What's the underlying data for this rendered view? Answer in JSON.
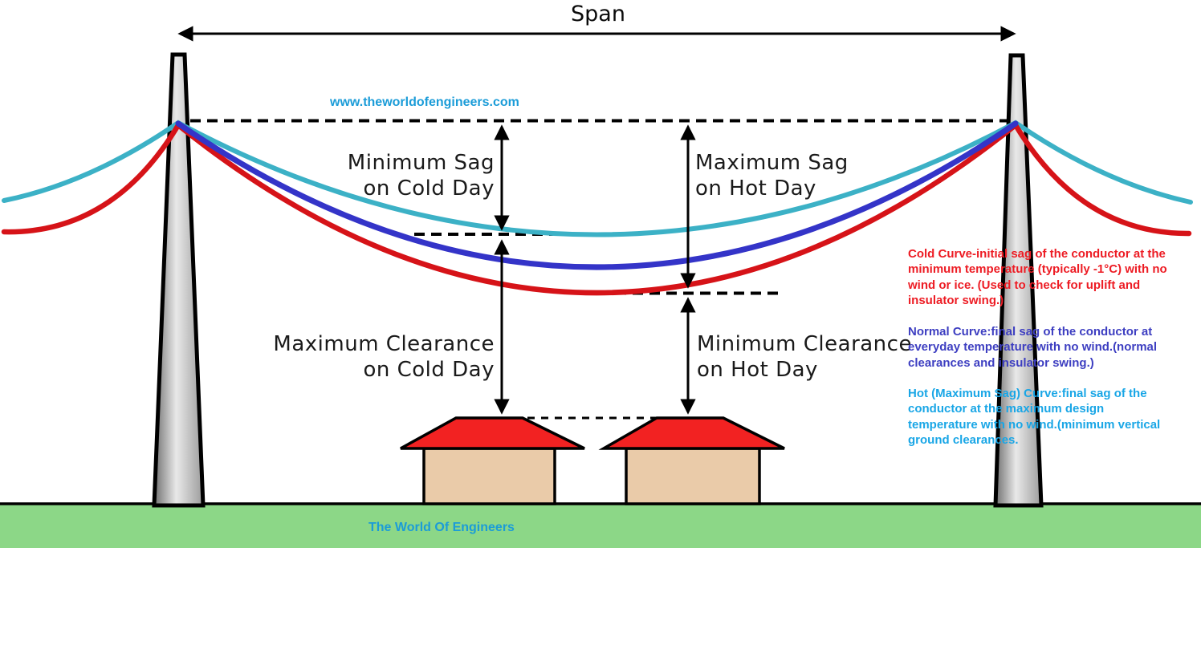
{
  "diagram": {
    "title": "Span",
    "watermark_top": "www.theworldofengineers.com",
    "watermark_bottom": "The World Of Engineers",
    "labels": {
      "min_sag_line1": "Minimum Sag",
      "min_sag_line2": "on Cold Day",
      "max_sag_line1": "Maximum Sag",
      "max_sag_line2": "on Hot Day",
      "max_clearance_line1": "Maximum Clearance",
      "max_clearance_line2": "on Cold Day",
      "min_clearance_line1": "Minimum Clearance",
      "min_clearance_line2": "on Hot Day"
    },
    "legend": {
      "cold": {
        "l1": "Cold Curve-initial sag of the conductor at the",
        "l2": "minimum temperature (typically -1°C) with no",
        "l3": "wind or ice. (Used to check for uplift and",
        "l4": "insulator swing.)"
      },
      "normal": {
        "l1": "Normal Curve:final sag of the conductor at",
        "l2": "everyday temperature with no wind.(normal",
        "l3": "clearances and insulator swing.)"
      },
      "hot": {
        "l1": "Hot (Maximum Sag) Curve:final sag of the",
        "l2": "conductor at the maximum design",
        "l3": "temperature with no wind.(minimum vertical",
        "l4": "ground clearances."
      }
    },
    "colors": {
      "cold_curve": "#3cb1c6",
      "normal_curve": "#3434c8",
      "hot_curve": "#d61318",
      "roof": "#f22222",
      "wall": "#eacba9",
      "ground": "#8cd787",
      "accent_link": "#1b9cd8",
      "label_text": "#1a1a1a",
      "legend_cold_text": "#ed1c24",
      "legend_normal_text": "#3d3ec1",
      "legend_hot_text": "#19a6e6"
    }
  }
}
